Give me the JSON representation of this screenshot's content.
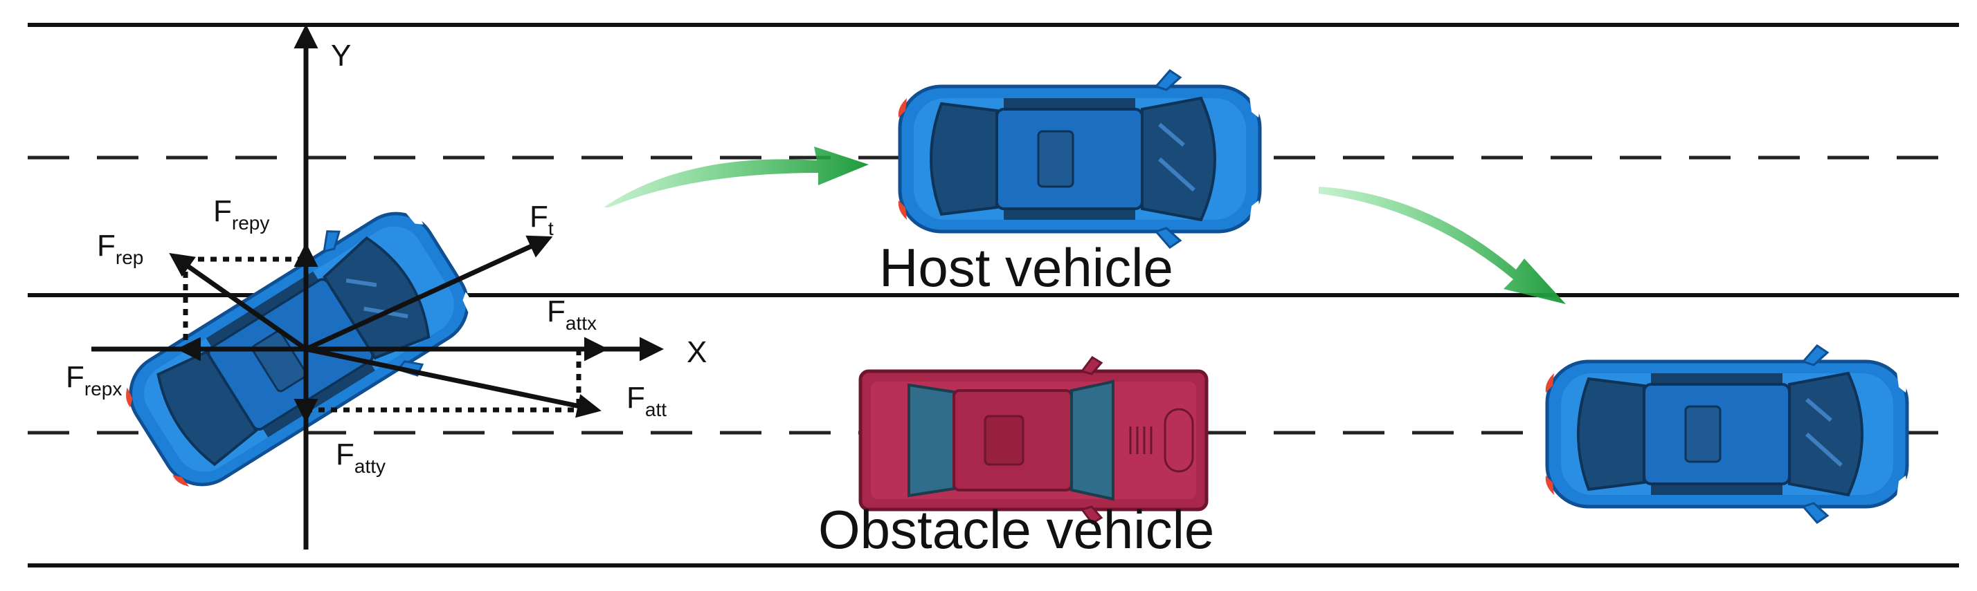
{
  "axes": {
    "x_label": "X",
    "y_label": "Y"
  },
  "forces": [
    {
      "id": "repy",
      "base": "F",
      "sub": "repy"
    },
    {
      "id": "rep",
      "base": "F",
      "sub": "rep"
    },
    {
      "id": "t",
      "base": "F",
      "sub": "t"
    },
    {
      "id": "attx",
      "base": "F",
      "sub": "attx"
    },
    {
      "id": "repx",
      "base": "F",
      "sub": "repx"
    },
    {
      "id": "att",
      "base": "F",
      "sub": "att"
    },
    {
      "id": "atty",
      "base": "F",
      "sub": "atty"
    }
  ],
  "labels": {
    "host_vehicle": "Host vehicle",
    "obstacle_vehicle": "Obstacle vehicle"
  },
  "colors": {
    "host_car": "#1d7fd6",
    "obstacle_car": "#a8274a",
    "trajectory_arrow": "#2db34a",
    "lane_line": "#111111"
  },
  "icons": {
    "host_car": "car-top-view-icon",
    "obstacle_car": "car-top-view-icon",
    "trajectory": "curved-arrow-icon"
  }
}
